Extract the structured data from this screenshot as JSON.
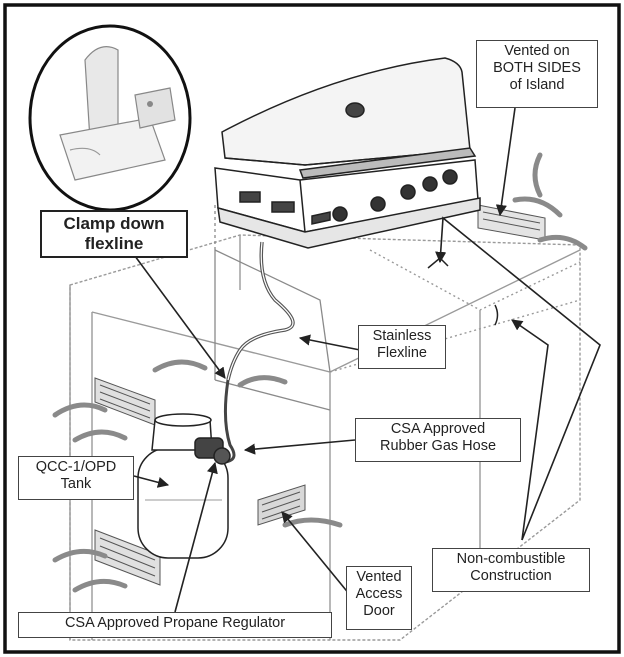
{
  "labels": {
    "vented_sides": [
      "Vented on",
      "BOTH SIDES",
      "of Island"
    ],
    "clamp": [
      "Clamp down",
      "flexline"
    ],
    "stainless": [
      "Stainless",
      "Flexline"
    ],
    "rubber_hose": [
      "CSA Approved",
      "Rubber Gas Hose"
    ],
    "tank": [
      "QCC-1/OPD",
      "Tank"
    ],
    "noncombustible": [
      "Non-combustible",
      "Construction"
    ],
    "access_door": [
      "Vented",
      "Access",
      "Door"
    ],
    "regulator": [
      "CSA Approved Propane Regulator"
    ]
  },
  "colors": {
    "line": "#333333",
    "border": "#111111",
    "fill": "#ffffff",
    "shade": "#e6e6e6"
  }
}
